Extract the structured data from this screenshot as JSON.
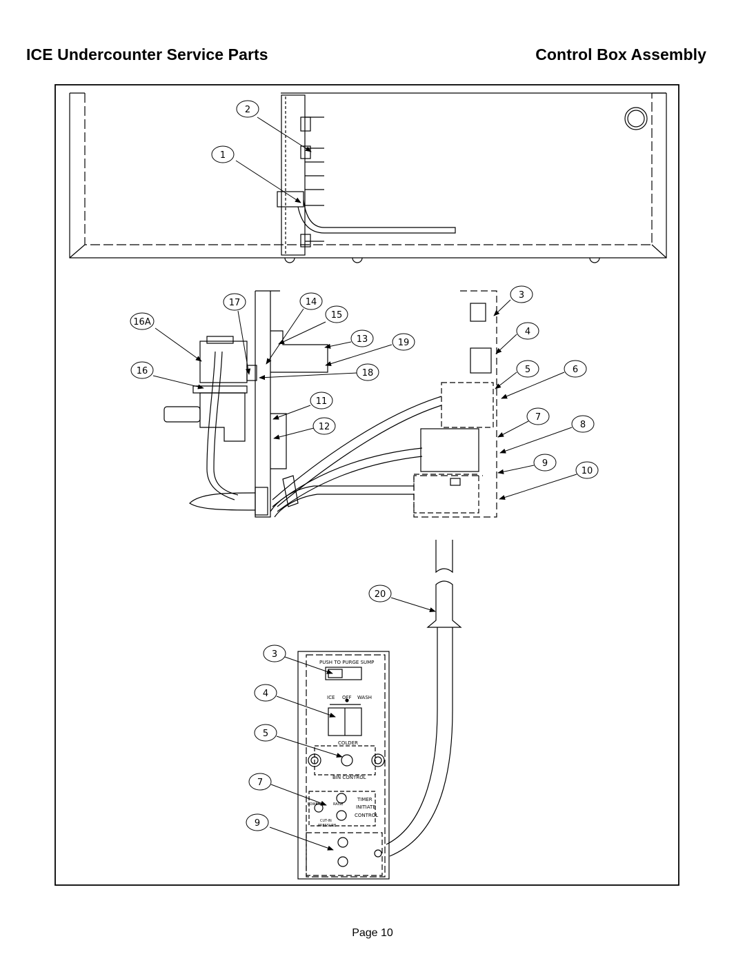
{
  "header": {
    "left_title": "ICE Undercounter Service Parts",
    "right_title": "Control Box Assembly"
  },
  "callouts": {
    "top": [
      "2",
      "1"
    ],
    "middle": [
      "17",
      "14",
      "15",
      "16A",
      "13",
      "19",
      "16",
      "18",
      "11",
      "12",
      "3",
      "4",
      "5",
      "6",
      "7",
      "8",
      "9",
      "10"
    ],
    "cable": [
      "20"
    ],
    "panel": [
      "3",
      "4",
      "5",
      "7",
      "9"
    ]
  },
  "panel_labels": {
    "purge": "PUSH TO PURGE SUMP",
    "ice": "ICE",
    "off": "OFF",
    "wash": "WASH",
    "colder": "COLDER",
    "bin_control": "BIN CONTROL",
    "lower": "LOWER",
    "raise": "RAISE",
    "cut_in": "CUT-IN",
    "pressure": "PRESSURE",
    "timer": "TIMER",
    "initiate": "INITIATE",
    "control": "CONTROL"
  },
  "footer": {
    "page": "Page 10"
  }
}
